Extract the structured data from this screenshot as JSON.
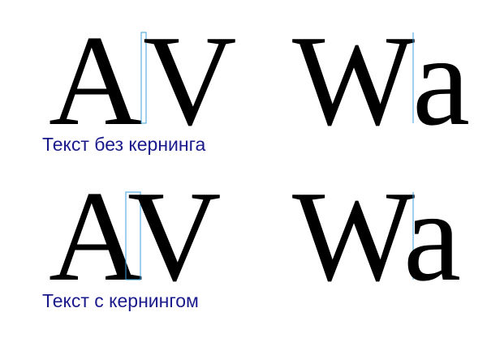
{
  "rows": [
    {
      "caption": "Текст без кернинга",
      "pair1": {
        "left": "A",
        "right": "V"
      },
      "pair2": {
        "left": "W",
        "right": "a"
      }
    },
    {
      "caption": "Текст с кернингом",
      "pair1": {
        "left": "A",
        "right": "V"
      },
      "pair2": {
        "left": "W",
        "right": "a"
      }
    }
  ],
  "colors": {
    "glyph": "#000000",
    "caption": "#1a1a8c",
    "guide": "#3aa0d8"
  }
}
